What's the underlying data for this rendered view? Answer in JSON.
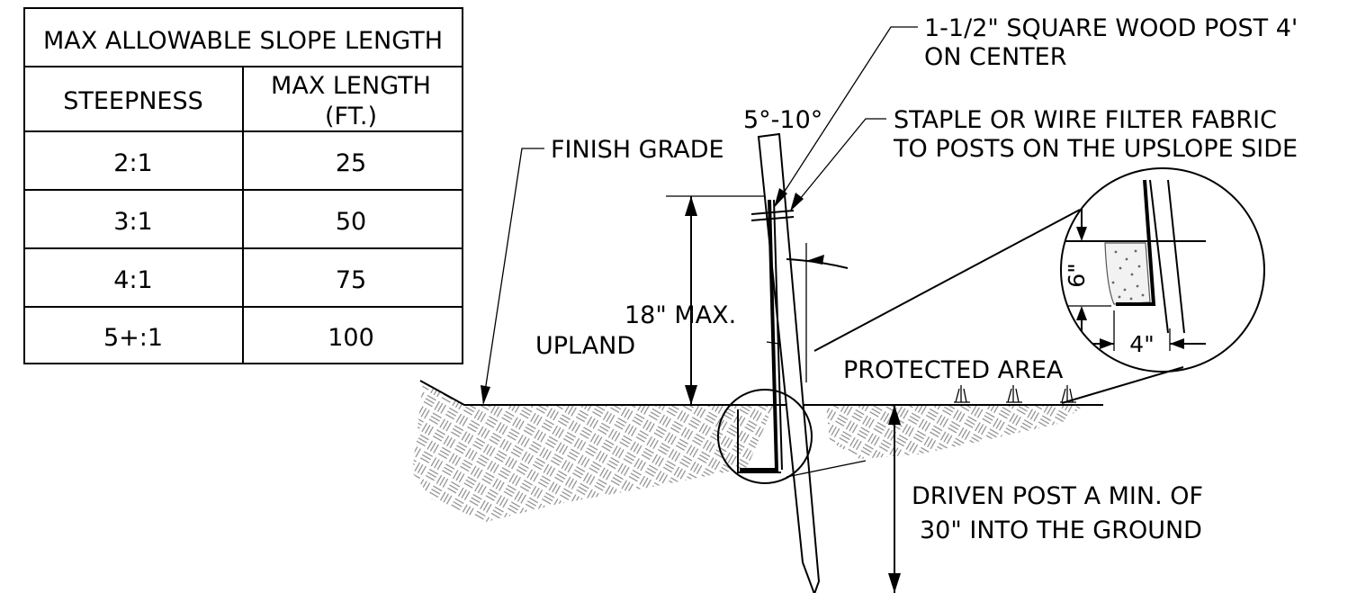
{
  "slope_table": {
    "title": "MAX ALLOWABLE SLOPE LENGTH",
    "headers": [
      "STEEPNESS",
      "MAX LENGTH",
      "(FT.)"
    ],
    "rows": [
      {
        "steepness": "2:1",
        "max_length": "25"
      },
      {
        "steepness": "3:1",
        "max_length": "50"
      },
      {
        "steepness": "4:1",
        "max_length": "75"
      },
      {
        "steepness": "5+:1",
        "max_length": "100"
      }
    ]
  },
  "callouts": {
    "post_line1": "1-1/2\" SQUARE WOOD POST 4'",
    "post_line2": "ON CENTER",
    "angle": "5°-10°",
    "fabric_line1": "STAPLE OR WIRE FILTER FABRIC",
    "fabric_line2": "TO POSTS ON THE UPSLOPE SIDE",
    "finish_grade": "FINISH GRADE",
    "max_height": "18\" MAX.",
    "upland": "UPLAND",
    "protected_area": "PROTECTED AREA",
    "driven_line1": "DRIVEN POST A MIN. OF",
    "driven_line2": "30\" INTO THE GROUND",
    "detail_depth": "6\"",
    "detail_width": "4\""
  }
}
